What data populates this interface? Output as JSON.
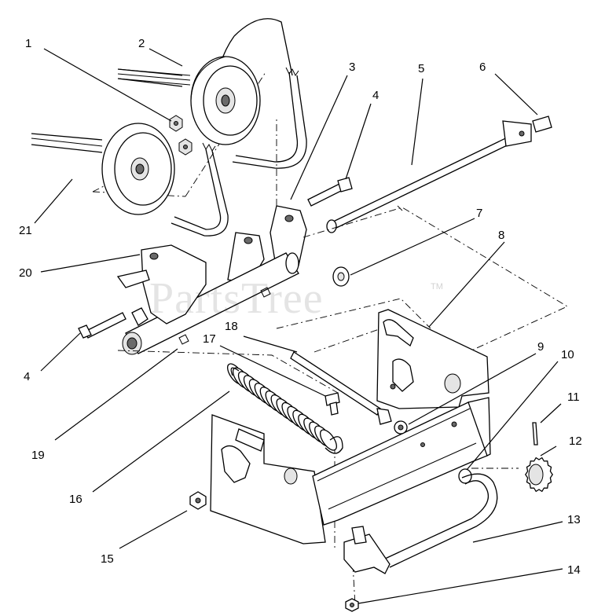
{
  "watermark": {
    "text": "PartsTree",
    "mark": "TM"
  },
  "callouts": [
    {
      "id": "1"
    },
    {
      "id": "2"
    },
    {
      "id": "3"
    },
    {
      "id": "4"
    },
    {
      "id": "5"
    },
    {
      "id": "6"
    },
    {
      "id": "7"
    },
    {
      "id": "8"
    },
    {
      "id": "9"
    },
    {
      "id": "10"
    },
    {
      "id": "11"
    },
    {
      "id": "12"
    },
    {
      "id": "13"
    },
    {
      "id": "14"
    },
    {
      "id": "15"
    },
    {
      "id": "16"
    },
    {
      "id": "17"
    },
    {
      "id": "18"
    },
    {
      "id": "19"
    },
    {
      "id": "20"
    },
    {
      "id": "21"
    },
    {
      "id": "4"
    }
  ]
}
